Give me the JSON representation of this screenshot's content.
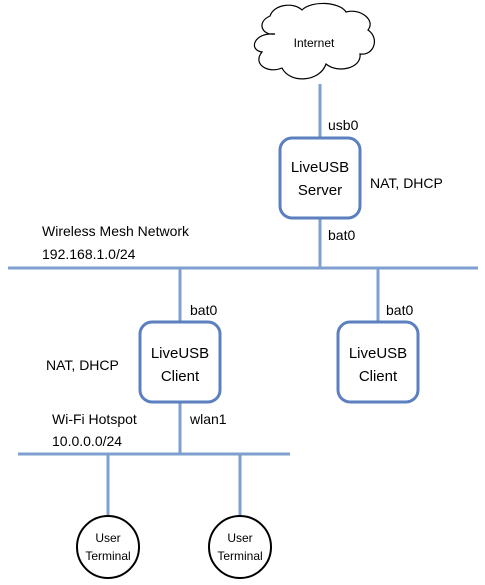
{
  "colors": {
    "line": "#7f9fcf",
    "box_stroke": "#5b7fbf",
    "text": "#000000",
    "background": "#ffffff"
  },
  "cloud": {
    "label": "Internet"
  },
  "server": {
    "line1": "LiveUSB",
    "line2": "Server",
    "services": "NAT, DHCP",
    "uplink_label": "usb0",
    "downlink_label": "bat0"
  },
  "mesh": {
    "name": "Wireless Mesh Network",
    "subnet": "192.168.1.0/24"
  },
  "clients": [
    {
      "line1": "LiveUSB",
      "line2": "Client",
      "link_label": "bat0",
      "services": "NAT, DHCP",
      "hotspot_link": "wlan1"
    },
    {
      "line1": "LiveUSB",
      "line2": "Client",
      "link_label": "bat0"
    }
  ],
  "hotspot": {
    "name": "Wi-Fi Hotspot",
    "subnet": "10.0.0.0/24"
  },
  "terminals": [
    {
      "line1": "User",
      "line2": "Terminal"
    },
    {
      "line1": "User",
      "line2": "Terminal"
    }
  ]
}
